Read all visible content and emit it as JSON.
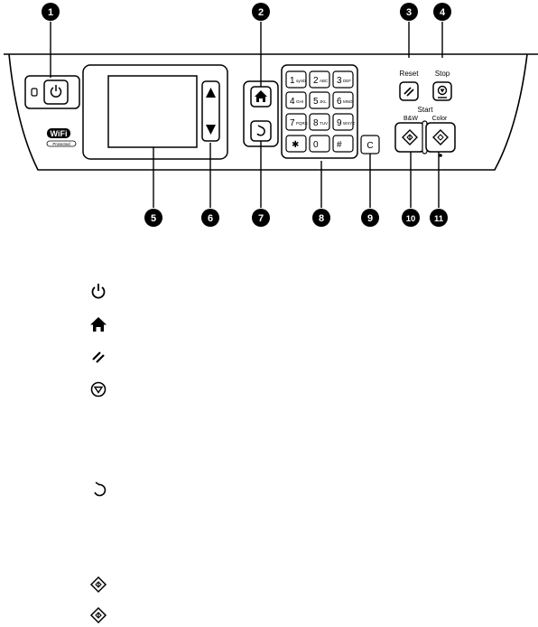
{
  "callouts": [
    "1",
    "2",
    "3",
    "4",
    "5",
    "6",
    "7",
    "8",
    "9",
    "10",
    "11"
  ],
  "panel": {
    "reset_label": "Reset",
    "stop_label": "Stop",
    "start_label": "Start",
    "bw_label": "B&W",
    "color_label": "Color",
    "wifi_logo": "WiFi",
    "wifi_sub": "Protected",
    "keypad": {
      "k1": {
        "digit": "1",
        "letters": "symb"
      },
      "k2": {
        "digit": "2",
        "letters": "ABC"
      },
      "k3": {
        "digit": "3",
        "letters": "DEF"
      },
      "k4": {
        "digit": "4",
        "letters": "GHI"
      },
      "k5": {
        "digit": "5",
        "letters": "JKL"
      },
      "k6": {
        "digit": "6",
        "letters": "MNO"
      },
      "k7": {
        "digit": "7",
        "letters": "PQRS"
      },
      "k8": {
        "digit": "8",
        "letters": "TUV"
      },
      "k9": {
        "digit": "9",
        "letters": "WXYZ"
      },
      "star": "✱",
      "zero": "0",
      "hash": "#"
    },
    "clear_label": "C"
  },
  "legend_icons": [
    "power-icon",
    "home-icon",
    "reset-icon",
    "stop-icon",
    "back-icon",
    "start-bw-icon",
    "start-color-icon"
  ]
}
